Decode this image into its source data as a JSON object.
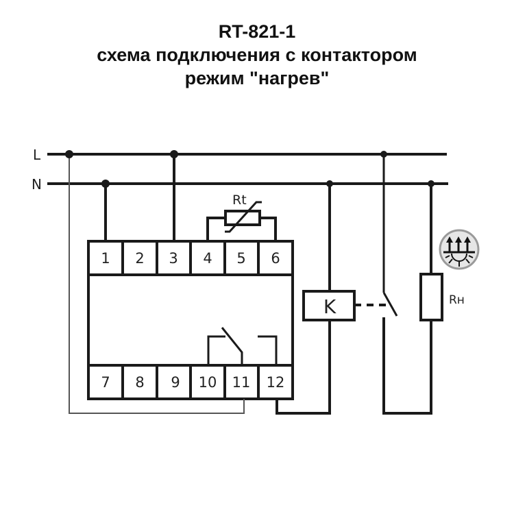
{
  "title": {
    "model": "RT-821-1",
    "line2": "схема подключения с контактором",
    "line3": "режим \"нагрев\""
  },
  "lines": {
    "phase_label": "L",
    "neutral_label": "N"
  },
  "relay": {
    "terminals_top": [
      "1",
      "2",
      "3",
      "4",
      "5",
      "6"
    ],
    "terminals_bottom": [
      "7",
      "8",
      "9",
      "10",
      "11",
      "12"
    ]
  },
  "sensor": {
    "label": "Rt"
  },
  "contactor": {
    "label": "K"
  },
  "load": {
    "label": "Rн",
    "icon": "heating-icon"
  },
  "colors": {
    "wire": "#1a1a1a",
    "thin_wire": "#555555",
    "icon_fill": "#e6e6e6",
    "icon_border": "#9a9a9a"
  }
}
